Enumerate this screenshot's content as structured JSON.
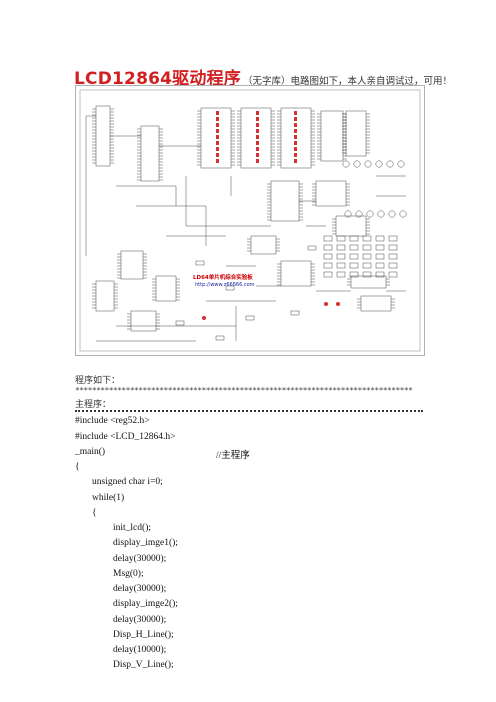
{
  "title": {
    "main": "LCD12864驱动程序",
    "sub": "（无字库）电路图如下，本人亲自调试过，可用！"
  },
  "schematic": {
    "label_red": "LD64单片机综合实验板",
    "label_url": "http://www.z66666.com"
  },
  "intro_label": "程序如下：",
  "separator": "********************************************************************************",
  "main_label": "主程序：",
  "code_lines": [
    "#include <reg52.h>",
    "#include <LCD_12864.h>",
    "_main()",
    "//主程序",
    "{",
    "unsigned char i=0;",
    "while(1)",
    "{",
    "init_lcd();",
    "display_imge1();",
    "delay(30000);",
    "Msg(0);",
    "delay(30000);",
    "display_imge2();",
    "delay(30000);",
    "Disp_H_Line();",
    "delay(10000);",
    "Disp_V_Line();"
  ]
}
